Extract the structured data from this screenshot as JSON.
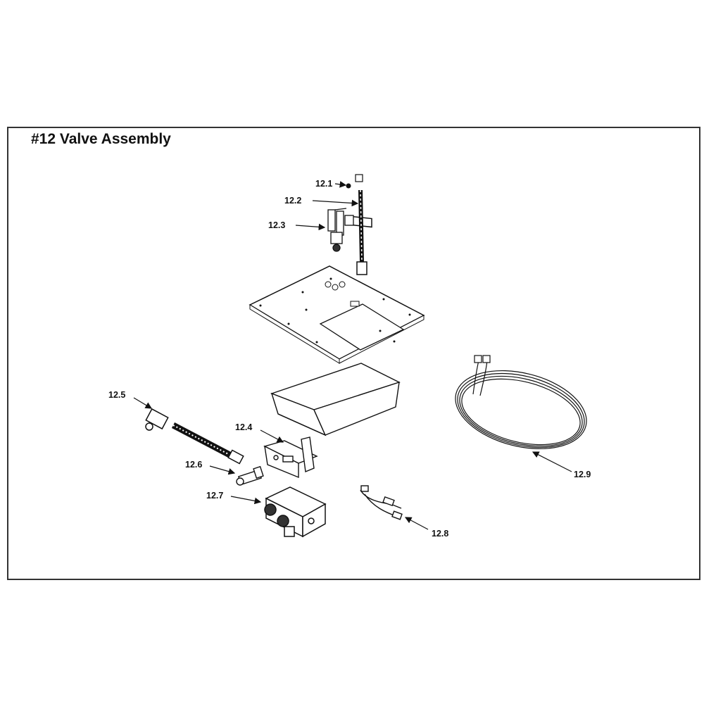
{
  "title": "#12 Valve Assembly",
  "callouts": {
    "p12_1": "12.1",
    "p12_2": "12.2",
    "p12_3": "12.3",
    "p12_4": "12.4",
    "p12_5": "12.5",
    "p12_6": "12.6",
    "p12_7": "12.7",
    "p12_8": "12.8",
    "p12_9": "12.9"
  }
}
